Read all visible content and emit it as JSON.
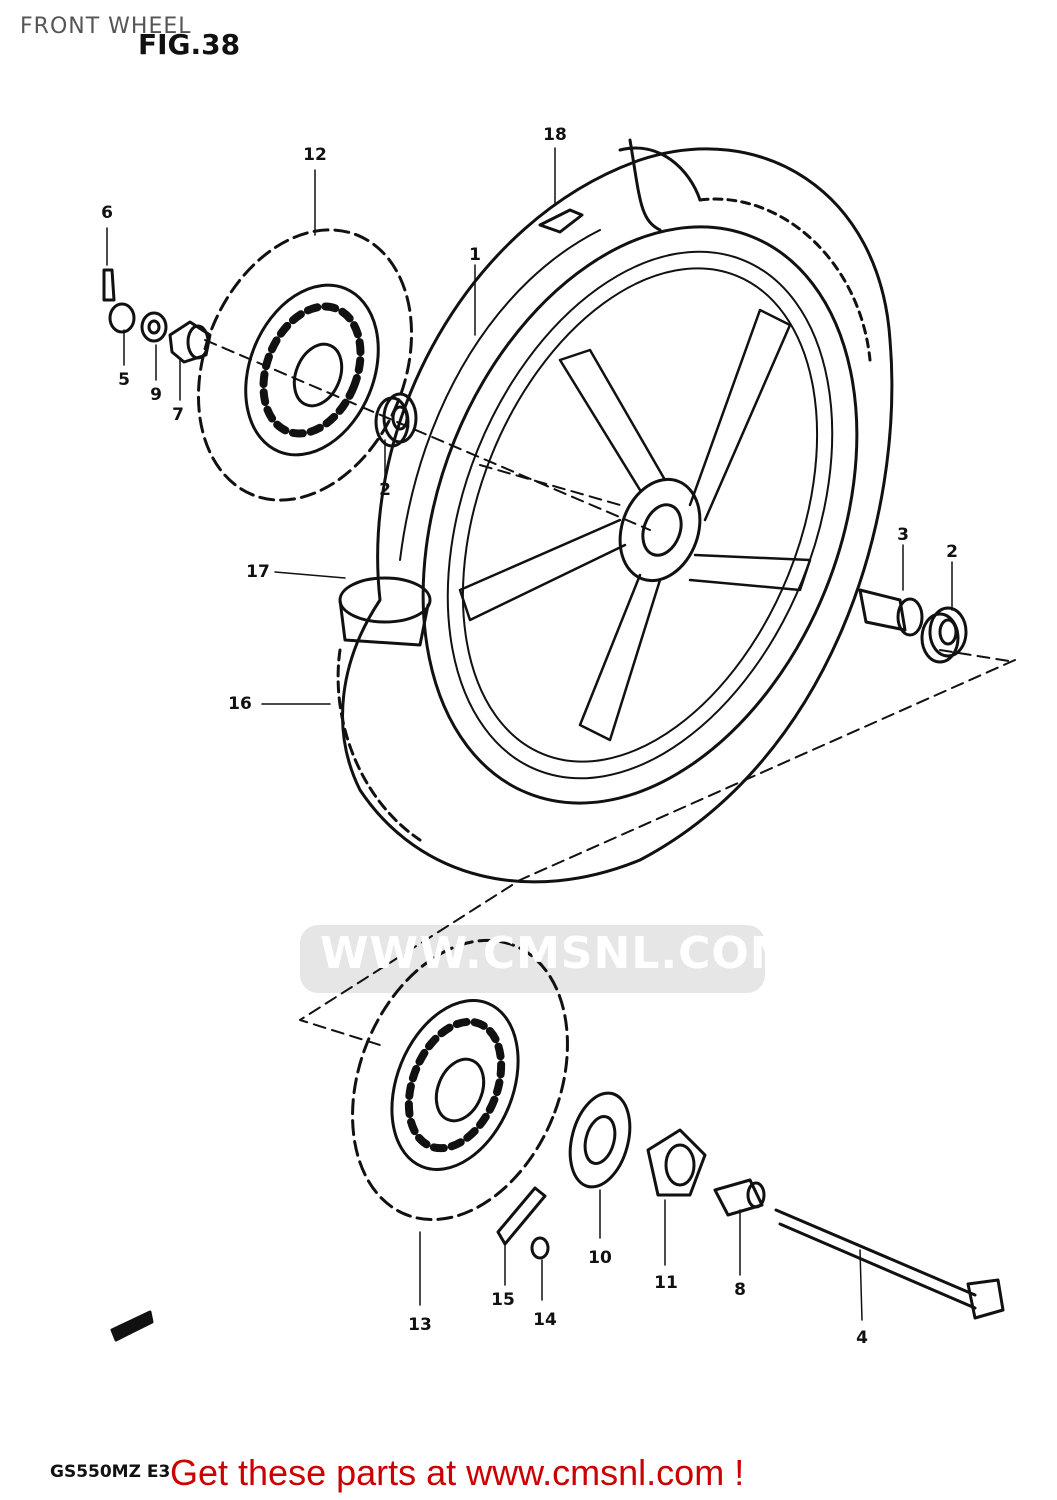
{
  "page_title": "FRONT WHEEL",
  "figure_label": "FIG.38",
  "model_code": "GS550MZ  E3",
  "promo_text": "Get these parts at www.cmsnl.com !",
  "watermark": {
    "text": "WWW.CMSNL.COM"
  },
  "callouts": [
    "1",
    "2",
    "2",
    "3",
    "4",
    "5",
    "6",
    "7",
    "8",
    "9",
    "10",
    "11",
    "12",
    "13",
    "14",
    "15",
    "16",
    "17",
    "18"
  ],
  "colors": {
    "promo": "#cc0000",
    "ink": "#111111",
    "watermark": "#e6e6e6"
  }
}
